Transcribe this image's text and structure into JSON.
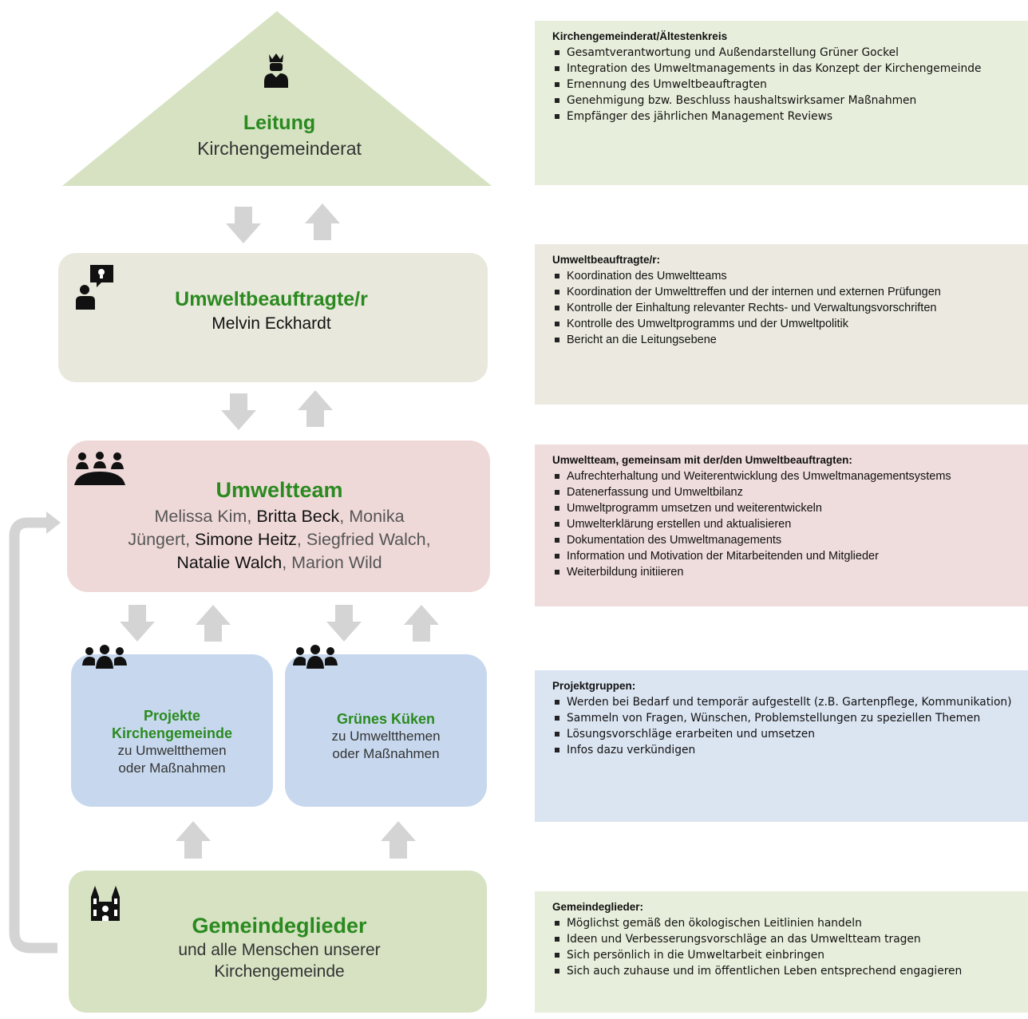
{
  "colors": {
    "green_fill": "#d6e2c2",
    "beige_fill": "#e9e8dc",
    "pink_fill": "#efd9d8",
    "blue_fill": "#c7d8ee",
    "green_panel": "#e7eedb",
    "beige_panel": "#eceae0",
    "pink_panel": "#efdcdc",
    "blue_panel": "#dbe5f2",
    "title_green": "#2a8a1f",
    "arrow_gray": "#d4d4d4"
  },
  "nodes": {
    "leitung": {
      "title": "Leitung",
      "subtitle": "Kirchengemeinderat",
      "icon": "king-icon"
    },
    "umweltbeauftragte": {
      "title": "Umweltbeauftragte/r",
      "subtitle": "Melvin Eckhardt",
      "icon": "presenter-idea-icon"
    },
    "umweltteam": {
      "title": "Umweltteam",
      "members": [
        {
          "name": "Melissa Kim",
          "sep": ", "
        },
        {
          "name": "Britta Beck",
          "sep": ", "
        },
        {
          "name": "Monika Jüngert",
          "sep": ", "
        },
        {
          "name": "Simone Heitz",
          "sep": ", "
        },
        {
          "name": "Siegfried Walch",
          "sep": ", "
        },
        {
          "name": "Natalie Walch",
          "sep": ", "
        },
        {
          "name": "Marion Wild",
          "sep": ""
        }
      ],
      "icon": "team-table-icon"
    },
    "projekte": {
      "title_line1": "Projekte",
      "title_line2": "Kirchengemeinde",
      "subtitle_line1": "zu Umweltthemen",
      "subtitle_line2": "oder Maßnahmen",
      "icon": "group-icon"
    },
    "kueken": {
      "title": "Grünes Küken",
      "subtitle_line1": "zu Umweltthemen",
      "subtitle_line2": "oder Maßnahmen",
      "icon": "group-icon"
    },
    "gemeinde": {
      "title": "Gemeindeglieder",
      "subtitle_line1": "und alle Menschen unserer",
      "subtitle_line2": "Kirchengemeinde",
      "icon": "church-icon"
    }
  },
  "panels": {
    "leitung": {
      "heading": "Kirchengemeinderat/Ältestenkreis",
      "items": [
        "Gesamtverantwortung und Außendarstellung Grüner Gockel",
        "Integration des Umweltmanagements in das Konzept der Kirchengemeinde",
        "Ernennung des Umweltbeauftragten",
        "Genehmigung bzw. Beschluss haushaltswirksamer Maßnahmen",
        "Empfänger des jährlichen Management Reviews"
      ]
    },
    "umweltbeauftragte": {
      "heading": "Umweltbeauftragte/r:",
      "items": [
        "Koordination des Umweltteams",
        "Koordination der Umwelttreffen und der internen und externen Prüfungen",
        "Kontrolle der Einhaltung relevanter Rechts- und Verwaltungsvorschriften",
        "Kontrolle des Umweltprogramms und der Umweltpolitik",
        "Bericht an die Leitungsebene"
      ]
    },
    "umweltteam": {
      "heading": "Umweltteam, gemeinsam mit der/den Umweltbeauftragten:",
      "items": [
        "Aufrechterhaltung und Weiterentwicklung des Umweltmanagementsystems",
        "Datenerfassung und Umweltbilanz",
        "Umweltprogramm umsetzen und weiterentwickeln",
        "Umwelterklärung erstellen und aktualisieren",
        "Dokumentation des Umweltmanagements",
        "Information und Motivation der Mitarbeitenden und Mitglieder",
        "Weiterbildung initiieren"
      ]
    },
    "projektgruppen": {
      "heading": "Projektgruppen:",
      "items": [
        "Werden bei Bedarf und temporär aufgestellt (z.B. Gartenpflege, Kommunikation)",
        "Sammeln von Fragen, Wünschen, Problemstellungen zu speziellen Themen",
        "Lösungsvorschläge erarbeiten und umsetzen",
        "Infos dazu verkündigen"
      ]
    },
    "gemeindeglieder": {
      "heading": "Gemeindeglieder:",
      "items": [
        "Möglichst gemäß den ökologischen Leitlinien handeln",
        "Ideen und Verbesserungsvorschläge an das Umweltteam tragen",
        "Sich persönlich in die Umweltarbeit einbringen",
        "Sich auch zuhause und im öffentlichen Leben entsprechend engagieren"
      ]
    }
  }
}
